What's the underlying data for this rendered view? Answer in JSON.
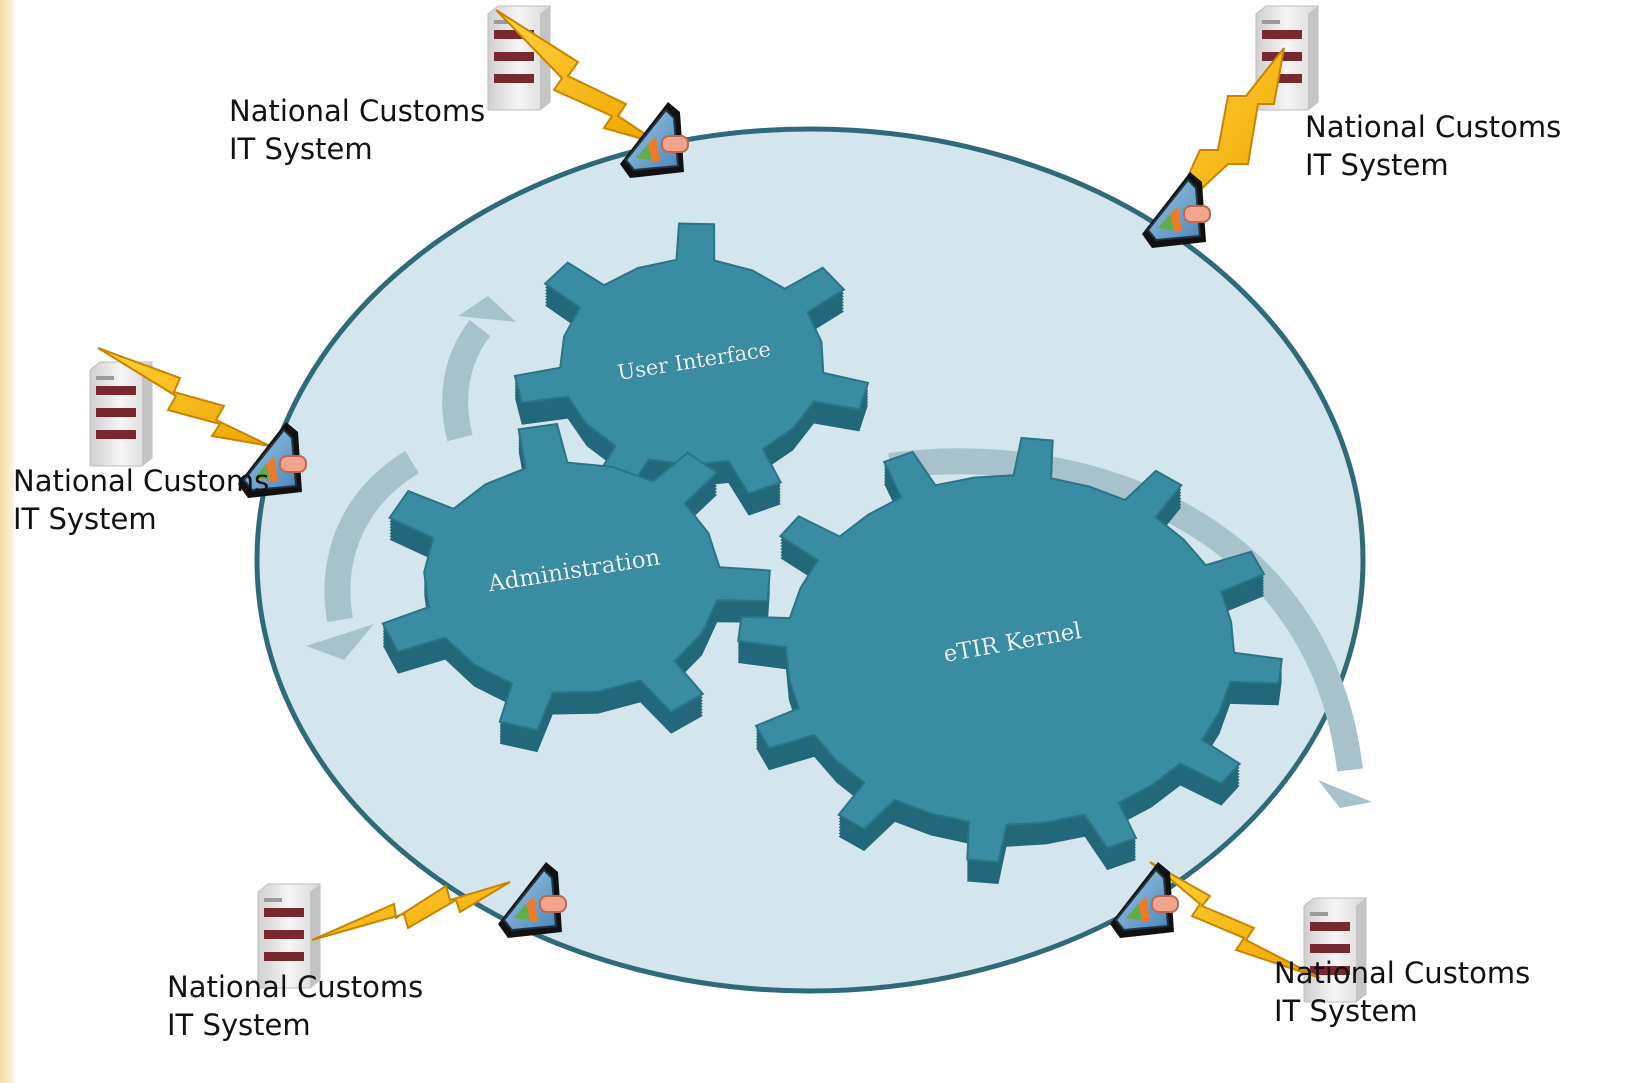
{
  "gears": {
    "user_interface": "User Interface",
    "administration": "Administration",
    "kernel": "eTIR Kernel"
  },
  "nodes": [
    {
      "line1": "National Customs",
      "line2": "IT System"
    },
    {
      "line1": "National Customs",
      "line2": "IT System"
    },
    {
      "line1": "National Customs",
      "line2": "IT System"
    },
    {
      "line1": "National Customs",
      "line2": "IT System"
    },
    {
      "line1": "National Customs",
      "line2": "IT System"
    }
  ],
  "colors": {
    "hub_fill": "#d3e6ed",
    "hub_stroke": "#2f6a78",
    "gear_top": "#3a8ca3",
    "gear_side": "#23677a",
    "arrow": "#a8c2cc",
    "bolt": "#f4b400",
    "bolt_edge": "#c88400",
    "server": "#e9e9e9",
    "server_stripe": "#7a2830"
  },
  "icons": {
    "server": "server-tower-icon",
    "link": "lightning-bolt-icon",
    "connector": "network-connector-icon",
    "flow": "curved-arrow-icon"
  }
}
